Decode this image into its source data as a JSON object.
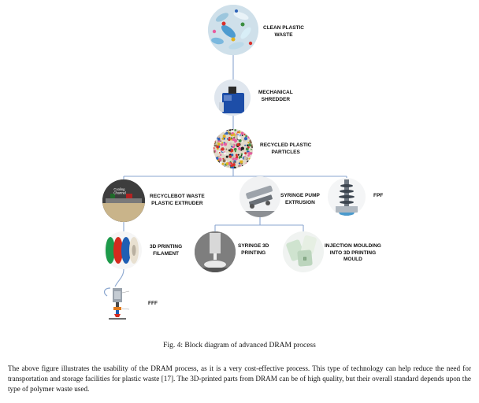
{
  "figure": {
    "nodes": {
      "clean_waste": "CLEAN PLASTIC\nWASTE",
      "shredder": "MECHANICAL\nSHREDDER",
      "particles": "RECYCLED PLASTIC\nPARTICLES",
      "recyclebot": "RECYCLEBOT WASTE\nPLASTIC EXTRUDER",
      "syringe_pump": "SYRINGE PUMP\nEXTRUSION",
      "fpf": "FPF",
      "filament": "3D PRINTING\nFILAMENT",
      "syringe_printing": "SYRINGE 3D\nPRINTING",
      "injection_moulding": "INJECTION MOULDING\nINTO 3D PRINTING\nMOULD",
      "fff": "FFF"
    },
    "image_text": {
      "cooling_channel": "Cooling\nChannel"
    },
    "caption": "Fig. 4: Block diagram of advanced DRAM process"
  },
  "body_text": "The above figure illustrates the usability of the DRAM process, as it is a very cost-effective process. This type of technology can help reduce the need for transportation and storage facilities for plastic waste [17]. The 3D-printed parts from DRAM can be of high quality, but their overall standard depends upon the type of polymer waste used.",
  "colors": {
    "connector": "#8aa6cf",
    "shredder_blue": "#1d4ea8",
    "filament_red": "#d52b1e",
    "filament_blue": "#1f5fb4",
    "filament_green": "#1d9a4a"
  }
}
